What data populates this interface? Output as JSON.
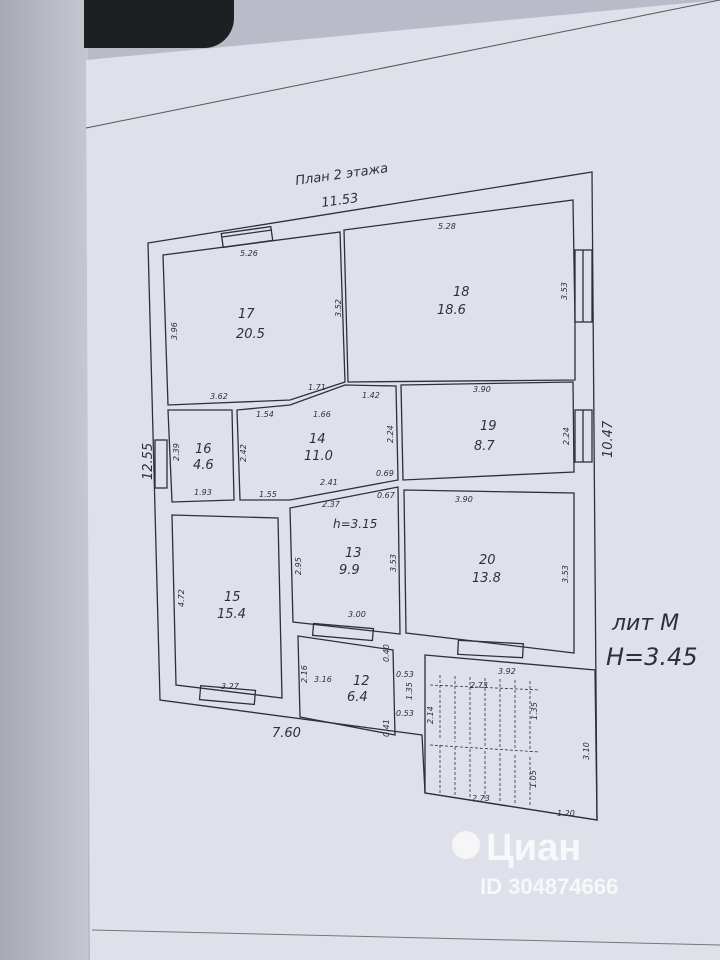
{
  "title": "План 2 этажа",
  "overall": {
    "top": "11.53",
    "left": "12.55",
    "right": "10.47",
    "bottom": "7.60"
  },
  "lit": {
    "label": "лит М",
    "height": "H=3.45"
  },
  "ceiling_height": "h=3.15",
  "rooms": [
    {
      "number": "17",
      "area": "20.5"
    },
    {
      "number": "18",
      "area": "18.6"
    },
    {
      "number": "16",
      "area": "4.6"
    },
    {
      "number": "14",
      "area": "11.0"
    },
    {
      "number": "19",
      "area": "8.7"
    },
    {
      "number": "15",
      "area": "15.4"
    },
    {
      "number": "13",
      "area": "9.9"
    },
    {
      "number": "20",
      "area": "13.8"
    },
    {
      "number": "12",
      "area": "6.4"
    }
  ],
  "dims": [
    "5.26",
    "3.96",
    "3.52",
    "3.62",
    "5.28",
    "3.53",
    "1.71",
    "1.66",
    "1.42",
    "1.54",
    "2.24",
    "3.90",
    "2.24",
    "2.39",
    "2.42",
    "1.93",
    "2.41",
    "0.69",
    "2.37",
    "0.67",
    "3.90",
    "1.55",
    "2.95",
    "3.53",
    "3.53",
    "4.72",
    "3.00",
    "3.27",
    "0.40",
    "0.53",
    "2.16",
    "3.16",
    "1.35",
    "0.53",
    "0.41",
    "3.92",
    "2.73",
    "2.14",
    "1.35",
    "3.10",
    "1.05",
    "2.73",
    "1.20"
  ],
  "watermark": {
    "brand": "Циан",
    "id": "ID 304874666"
  }
}
